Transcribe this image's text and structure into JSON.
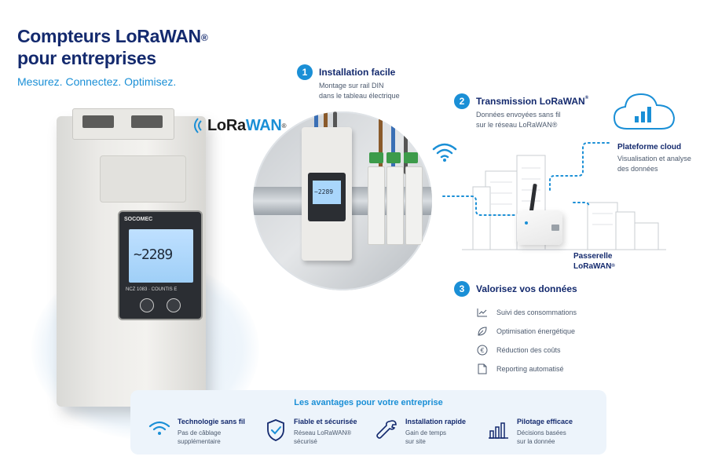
{
  "header": {
    "title_line1": "Compteurs LoRaWAN",
    "title_reg": "®",
    "title_line2": "pour entreprises",
    "subtitle": "Mesurez. Connectez. Optimisez."
  },
  "logo": {
    "text_lo": "LoRa",
    "text_wan": "WAN",
    "reg": "®"
  },
  "meter": {
    "brand": "SOCOMEC",
    "display_value": "~2289",
    "model": "NCZ 1083 · COUNTIS E"
  },
  "steps": [
    {
      "number": "1",
      "title": "Installation facile",
      "description_line1": "Montage sur rail DIN",
      "description_line2": "dans le tableau électrique"
    },
    {
      "number": "2",
      "title": "Transmission LoRaWAN",
      "title_reg": "®",
      "description_line1": "Données envoyées sans fil",
      "description_line2": "sur le réseau LoRaWAN®"
    },
    {
      "number": "3",
      "title": "Valorisez vos données"
    }
  ],
  "cloud": {
    "title": "Plateforme cloud",
    "description_line1": "Visualisation et analyse",
    "description_line2": "des données"
  },
  "gateway": {
    "label_line1": "Passerelle",
    "label_line2": "LoRaWAN",
    "label_reg": "®"
  },
  "value_items": [
    {
      "icon": "trend-chart-icon",
      "label": "Suivi des consommations"
    },
    {
      "icon": "leaf-icon",
      "label": "Optimisation énergétique"
    },
    {
      "icon": "euro-icon",
      "label": "Réduction des coûts"
    },
    {
      "icon": "document-icon",
      "label": "Reporting automatisé"
    }
  ],
  "benefits": {
    "title": "Les avantages pour votre entreprise",
    "items": [
      {
        "icon": "wifi-icon",
        "title": "Technologie sans fil",
        "desc_line1": "Pas de câblage",
        "desc_line2": "supplémentaire"
      },
      {
        "icon": "shield-check-icon",
        "title": "Fiable et sécurisée",
        "desc_line1": "Réseau LoRaWAN®",
        "desc_line2": "sécurisé"
      },
      {
        "icon": "wrench-icon",
        "title": "Installation rapide",
        "desc_line1": "Gain de temps",
        "desc_line2": "sur site"
      },
      {
        "icon": "bar-chart-icon",
        "title": "Pilotage efficace",
        "desc_line1": "Décisions basées",
        "desc_line2": "sur la donnée"
      }
    ]
  },
  "colors": {
    "navy": "#142a6e",
    "accent_blue": "#1a8fd6",
    "panel_bg": "#edf4fb"
  }
}
